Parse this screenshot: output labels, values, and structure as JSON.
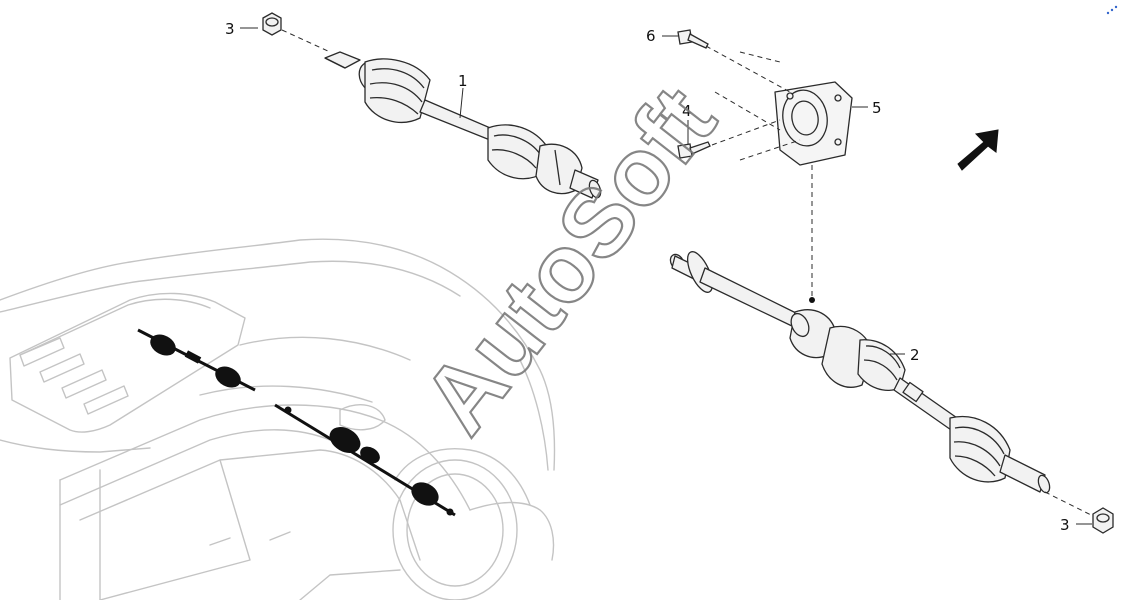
{
  "diagram": {
    "callouts": {
      "c1": "1",
      "c2": "2",
      "c3_top": "3",
      "c3_bottom": "3",
      "c4": "4",
      "c5": "5",
      "c6": "6"
    },
    "watermark": "AutoSoft",
    "parts": [
      {
        "number": "1",
        "name": "left-drive-shaft"
      },
      {
        "number": "2",
        "name": "right-drive-shaft"
      },
      {
        "number": "3",
        "name": "hub-nut"
      },
      {
        "number": "4",
        "name": "bearing-bracket-bolt"
      },
      {
        "number": "5",
        "name": "center-bearing-bracket"
      },
      {
        "number": "6",
        "name": "bracket-mounting-bolt"
      }
    ],
    "icons": {
      "direction": "forward-direction-arrow-icon"
    },
    "colors": {
      "line": "#2b2b2b",
      "vehicle_outline": "#c4c4c4",
      "shaft_fill": "#f2f2f2",
      "highlight": "#111111",
      "watermark": "#7a7a7a"
    }
  }
}
